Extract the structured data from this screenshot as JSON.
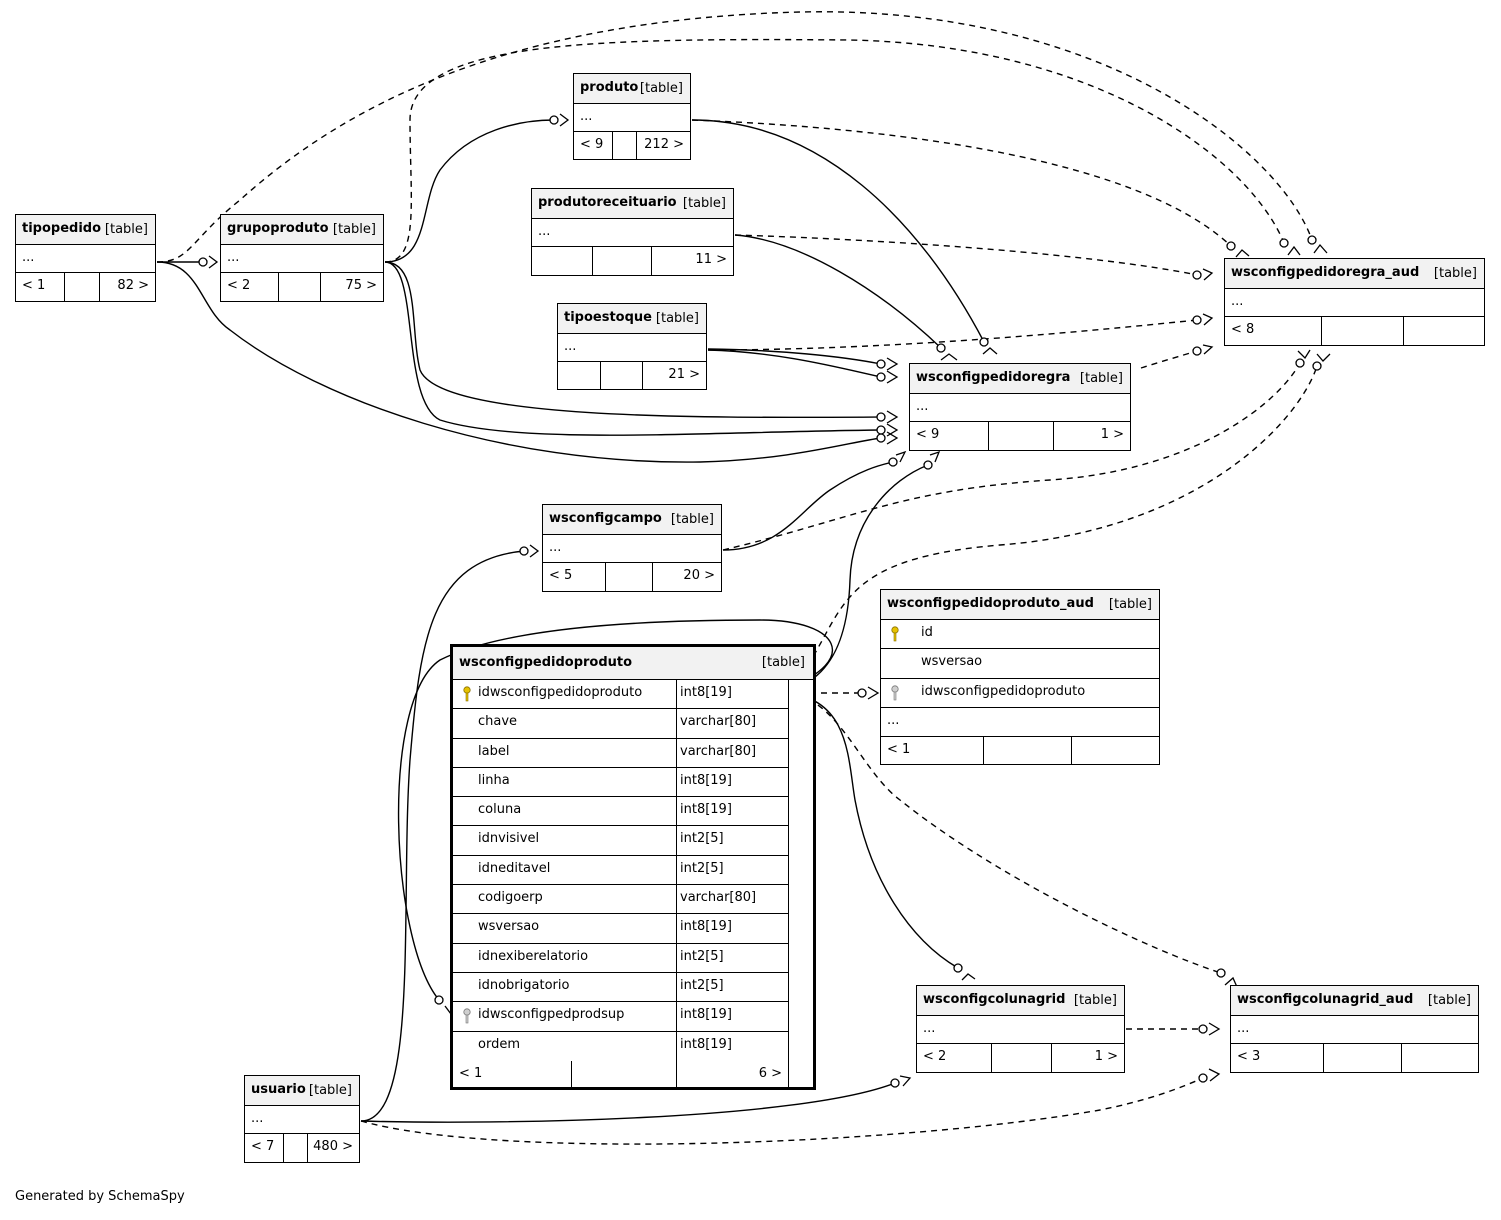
{
  "table_tag": "[table]",
  "footer": "Generated by SchemaSpy",
  "tables": {
    "produto": {
      "name": "produto",
      "tag": "[table]",
      "ellipsis": "...",
      "parents": "< 9",
      "children": "212 >"
    },
    "produtoreceituario": {
      "name": "produtoreceituario",
      "tag": "[table]",
      "ellipsis": "...",
      "parents": "",
      "children": "11 >"
    },
    "tipoestoque": {
      "name": "tipoestoque",
      "tag": "[table]",
      "ellipsis": "...",
      "parents": "",
      "children": "21 >"
    },
    "tipopedido": {
      "name": "tipopedido",
      "tag": "[table]",
      "ellipsis": "...",
      "parents": "< 1",
      "children": "82 >"
    },
    "grupoproduto": {
      "name": "grupoproduto",
      "tag": "[table]",
      "ellipsis": "...",
      "parents": "< 2",
      "children": "75 >"
    },
    "wsconfigpedidoregra": {
      "name": "wsconfigpedidoregra",
      "tag": "[table]",
      "ellipsis": "...",
      "parents": "< 9",
      "children": "1 >"
    },
    "wsconfigpedidoregra_aud": {
      "name": "wsconfigpedidoregra_aud",
      "tag": "[table]",
      "ellipsis": "...",
      "parents": "< 8",
      "children": ""
    },
    "wsconfigcampo": {
      "name": "wsconfigcampo",
      "tag": "[table]",
      "ellipsis": "...",
      "parents": "< 5",
      "children": "20 >"
    },
    "wsconfigpedidoproduto_aud": {
      "name": "wsconfigpedidoproduto_aud",
      "tag": "[table]",
      "columns": [
        "id",
        "wsversao",
        "idwsconfigpedidoproduto"
      ],
      "ellipsis": "...",
      "parents": "< 1",
      "children": ""
    },
    "wsconfigpedidoproduto": {
      "name": "wsconfigpedidoproduto",
      "tag": "[table]",
      "columns": [
        {
          "name": "idwsconfigpedidoproduto",
          "type": "int8[19]",
          "key": "primary"
        },
        {
          "name": "chave",
          "type": "varchar[80]",
          "key": ""
        },
        {
          "name": "label",
          "type": "varchar[80]",
          "key": ""
        },
        {
          "name": "linha",
          "type": "int8[19]",
          "key": ""
        },
        {
          "name": "coluna",
          "type": "int8[19]",
          "key": ""
        },
        {
          "name": "idnvisivel",
          "type": "int2[5]",
          "key": ""
        },
        {
          "name": "idneditavel",
          "type": "int2[5]",
          "key": ""
        },
        {
          "name": "codigoerp",
          "type": "varchar[80]",
          "key": ""
        },
        {
          "name": "wsversao",
          "type": "int8[19]",
          "key": ""
        },
        {
          "name": "idnexiberelatorio",
          "type": "int2[5]",
          "key": ""
        },
        {
          "name": "idnobrigatorio",
          "type": "int2[5]",
          "key": ""
        },
        {
          "name": "idwsconfigpedprodsup",
          "type": "int8[19]",
          "key": "foreign"
        },
        {
          "name": "ordem",
          "type": "int8[19]",
          "key": ""
        }
      ],
      "parents": "< 1",
      "children": "6 >"
    },
    "wsconfigcolunagrid": {
      "name": "wsconfigcolunagrid",
      "tag": "[table]",
      "ellipsis": "...",
      "parents": "< 2",
      "children": "1 >"
    },
    "wsconfigcolunagrid_aud": {
      "name": "wsconfigcolunagrid_aud",
      "tag": "[table]",
      "ellipsis": "...",
      "parents": "< 3",
      "children": ""
    },
    "usuario": {
      "name": "usuario",
      "tag": "[table]",
      "ellipsis": "...",
      "parents": "< 7",
      "children": "480 >"
    }
  },
  "relationships": [
    {
      "from": "tipopedido",
      "to": "grupoproduto",
      "style": "solid"
    },
    {
      "from": "grupoproduto",
      "to": "produto",
      "style": "solid"
    },
    {
      "from": "grupoproduto",
      "to": "wsconfigpedidoregra",
      "style": "solid"
    },
    {
      "from": "tipopedido",
      "to": "wsconfigpedidoregra",
      "style": "solid"
    },
    {
      "from": "produto",
      "to": "wsconfigpedidoregra",
      "style": "solid"
    },
    {
      "from": "produtoreceituario",
      "to": "wsconfigpedidoregra",
      "style": "solid"
    },
    {
      "from": "tipoestoque",
      "to": "wsconfigpedidoregra",
      "style": "solid"
    },
    {
      "from": "wsconfigcampo",
      "to": "wsconfigpedidoregra",
      "style": "solid"
    },
    {
      "from": "wsconfigpedidoproduto",
      "to": "wsconfigpedidoregra",
      "style": "solid"
    },
    {
      "from": "usuario",
      "to": "wsconfigcampo",
      "style": "solid"
    },
    {
      "from": "wsconfigpedidoproduto",
      "to": "wsconfigpedidoproduto",
      "style": "solid"
    },
    {
      "from": "wsconfigpedidoproduto",
      "to": "wsconfigcolunagrid",
      "style": "solid"
    },
    {
      "from": "usuario",
      "to": "wsconfigcolunagrid",
      "style": "solid"
    },
    {
      "from": "tipopedido",
      "to": "wsconfigpedidoregra_aud",
      "style": "dashed"
    },
    {
      "from": "grupoproduto",
      "to": "wsconfigpedidoregra_aud",
      "style": "dashed"
    },
    {
      "from": "produto",
      "to": "wsconfigpedidoregra_aud",
      "style": "dashed"
    },
    {
      "from": "produtoreceituario",
      "to": "wsconfigpedidoregra_aud",
      "style": "dashed"
    },
    {
      "from": "tipoestoque",
      "to": "wsconfigpedidoregra_aud",
      "style": "dashed"
    },
    {
      "from": "wsconfigpedidoregra",
      "to": "wsconfigpedidoregra_aud",
      "style": "dashed"
    },
    {
      "from": "wsconfigcampo",
      "to": "wsconfigpedidoregra_aud",
      "style": "dashed"
    },
    {
      "from": "wsconfigpedidoproduto",
      "to": "wsconfigpedidoregra_aud",
      "style": "dashed"
    },
    {
      "from": "wsconfigpedidoproduto",
      "to": "wsconfigpedidoproduto_aud",
      "style": "dashed"
    },
    {
      "from": "wsconfigpedidoproduto",
      "to": "wsconfigcolunagrid_aud",
      "style": "dashed"
    },
    {
      "from": "wsconfigcolunagrid",
      "to": "wsconfigcolunagrid_aud",
      "style": "dashed"
    },
    {
      "from": "usuario",
      "to": "wsconfigcolunagrid_aud",
      "style": "dashed"
    }
  ]
}
